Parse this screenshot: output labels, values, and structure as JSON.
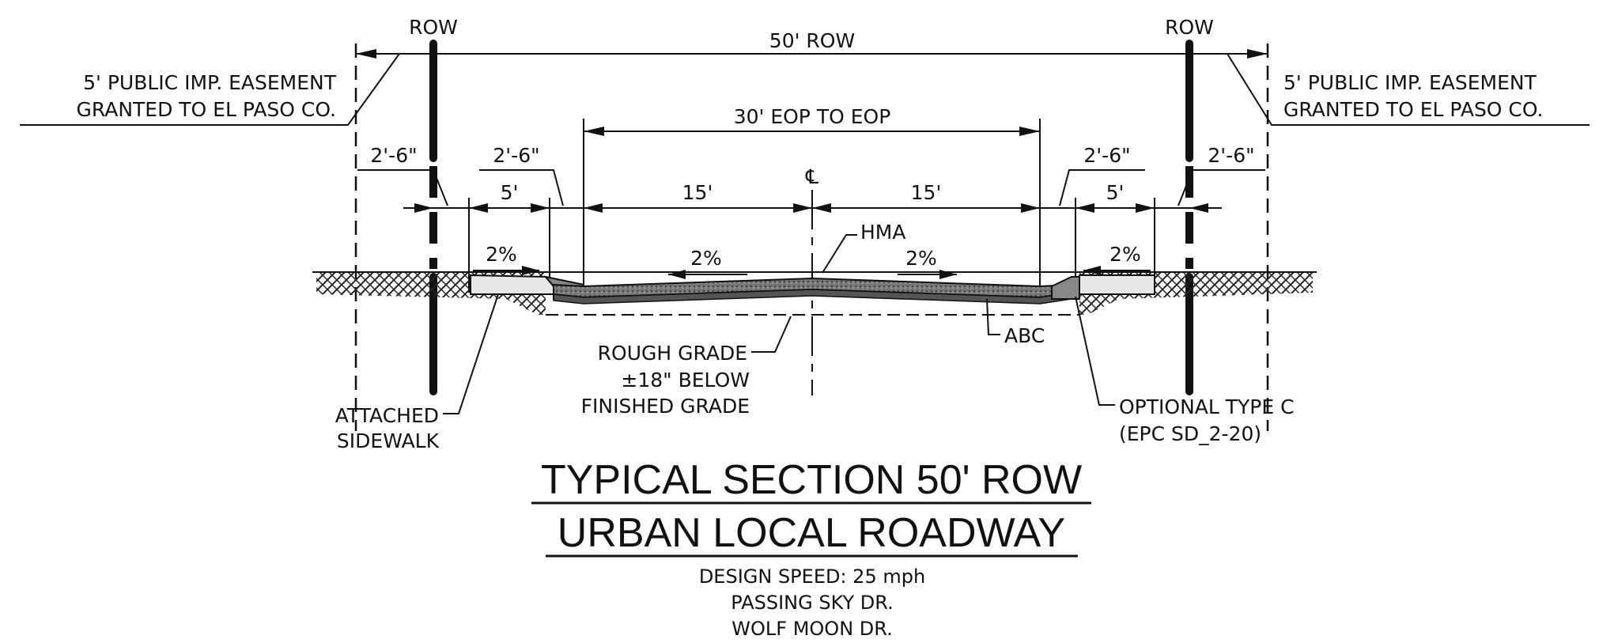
{
  "labels": {
    "row_left": "ROW",
    "row_right": "ROW",
    "row_width": "50' ROW",
    "easement_left_1": "5' PUBLIC IMP. EASEMENT",
    "easement_left_2": "GRANTED TO EL PASO CO.",
    "easement_right_1": "5' PUBLIC IMP. EASEMENT",
    "easement_right_2": "GRANTED TO EL PASO CO.",
    "eop_width": "30' EOP TO EOP",
    "dim_2_6_a": "2'-6\"",
    "dim_2_6_b": "2'-6\"",
    "dim_2_6_c": "2'-6\"",
    "dim_2_6_d": "2'-6\"",
    "dim_5_left": "5'",
    "dim_5_right": "5'",
    "dim_15_left": "15'",
    "dim_15_right": "15'",
    "centerline": "℄",
    "slope_sidewalk_left": "2%",
    "slope_road_left": "2%",
    "slope_road_right": "2%",
    "slope_sidewalk_right": "2%",
    "hma": "HMA",
    "abc": "ABC",
    "rough_grade_1": "ROUGH GRADE",
    "rough_grade_2": "±18\" BELOW",
    "rough_grade_3": "FINISHED GRADE",
    "attached_1": "ATTACHED",
    "attached_2": "SIDEWALK",
    "optional_1": "OPTIONAL TYPE C",
    "optional_2": "(EPC SD_2-20)"
  },
  "title": {
    "line1": "TYPICAL SECTION 50' ROW",
    "line2": "URBAN LOCAL ROADWAY"
  },
  "notes": {
    "speed": "DESIGN SPEED: 25 mph",
    "street1": "PASSING SKY DR.",
    "street2": "WOLF MOON DR."
  }
}
